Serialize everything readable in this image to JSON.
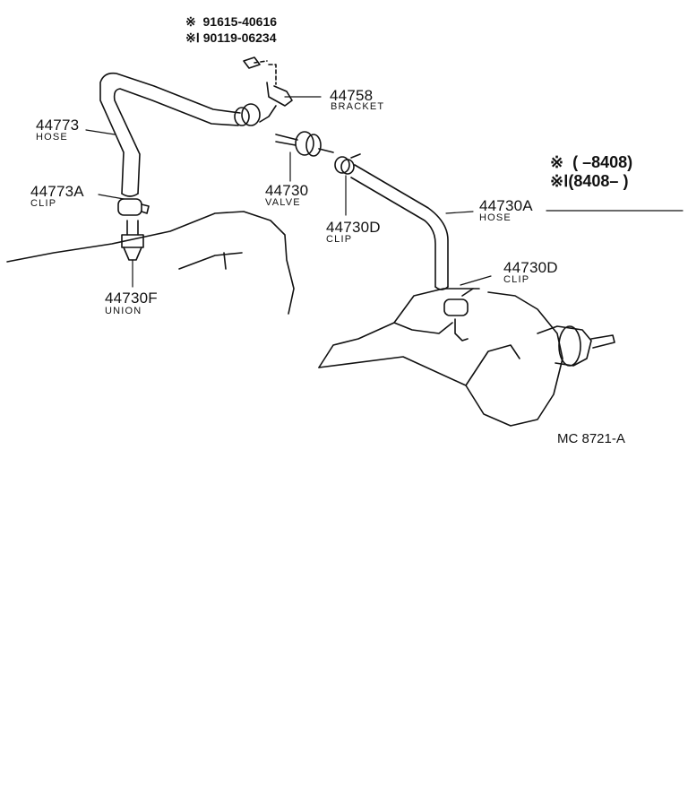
{
  "parts": {
    "bolt_1": {
      "mark": "※",
      "number": "91615-40616"
    },
    "bolt_2": {
      "mark": "※Ⅰ",
      "number": "90119-06234"
    },
    "bracket": {
      "number": "44758",
      "name": "BRACKET"
    },
    "hose_left": {
      "number": "44773",
      "name": "HOSE"
    },
    "clip_left": {
      "number": "44773A",
      "name": "CLIP"
    },
    "union": {
      "number": "44730F",
      "name": "UNION"
    },
    "valve": {
      "number": "44730",
      "name": "VALVE"
    },
    "clip_mid": {
      "number": "44730D",
      "name": "CLIP"
    },
    "hose_right": {
      "number": "44730A",
      "name": "HOSE"
    },
    "clip_right": {
      "number": "44730D",
      "name": "CLIP"
    }
  },
  "legend": {
    "row1": {
      "mark": "※",
      "range": "(       –8408)"
    },
    "row2": {
      "mark": "※Ⅰ",
      "range": "(8408–        )"
    }
  },
  "figure_code": "MC  8721-A",
  "colors": {
    "ink": "#111111",
    "background": "#ffffff"
  }
}
